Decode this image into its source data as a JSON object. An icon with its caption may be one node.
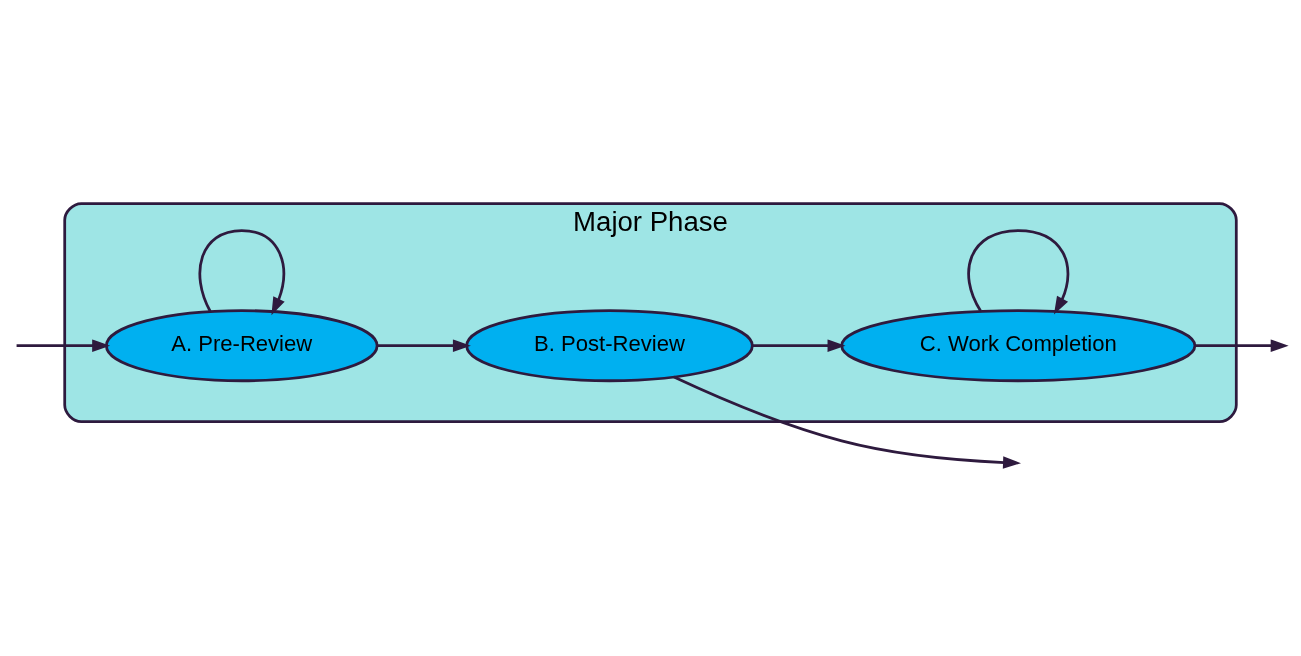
{
  "diagram": {
    "nodes": [
      {
        "text": [
          "Major Phase"
        ]
      },
      {
        "text": [
          "A. Pre-Review"
        ],
        "in": 0
      },
      {
        "text": [
          "B. Post-Review"
        ],
        "in": 0
      },
      {
        "text": [
          "C. Work Completion"
        ],
        "in": 0
      }
    ],
    "edges": [
      {
        "from": null,
        "to": 1,
        "arrow": "to"
      },
      {
        "from": 1,
        "to": 2,
        "arrow": "to"
      },
      {
        "from": 2,
        "to": null,
        "arrow": "to"
      },
      {
        "from": 2,
        "to": 3,
        "arrow": "to"
      },
      {
        "from": 3,
        "to": null,
        "arrow": "to"
      },
      {
        "from": 1,
        "to": 1,
        "arrow": "to"
      },
      {
        "from": 3,
        "to": 3,
        "arrow": "to"
      }
    ]
  }
}
